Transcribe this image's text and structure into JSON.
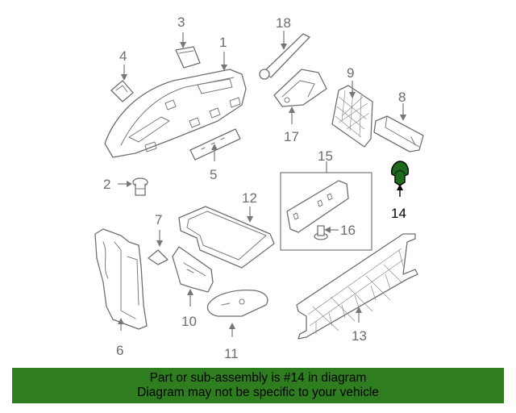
{
  "highlight_color": "#2e7d1f",
  "highlighted_part": "14",
  "callouts": {
    "c1": "1",
    "c2": "2",
    "c3": "3",
    "c4": "4",
    "c5": "5",
    "c6": "6",
    "c7": "7",
    "c8": "8",
    "c9": "9",
    "c10": "10",
    "c11": "11",
    "c12": "12",
    "c13": "13",
    "c14": "14",
    "c15": "15",
    "c16": "16",
    "c17": "17",
    "c18": "18"
  },
  "banner": {
    "line1": "Part or sub-assembly is #14 in diagram",
    "line2": "Diagram may not be specific to your vehicle"
  }
}
